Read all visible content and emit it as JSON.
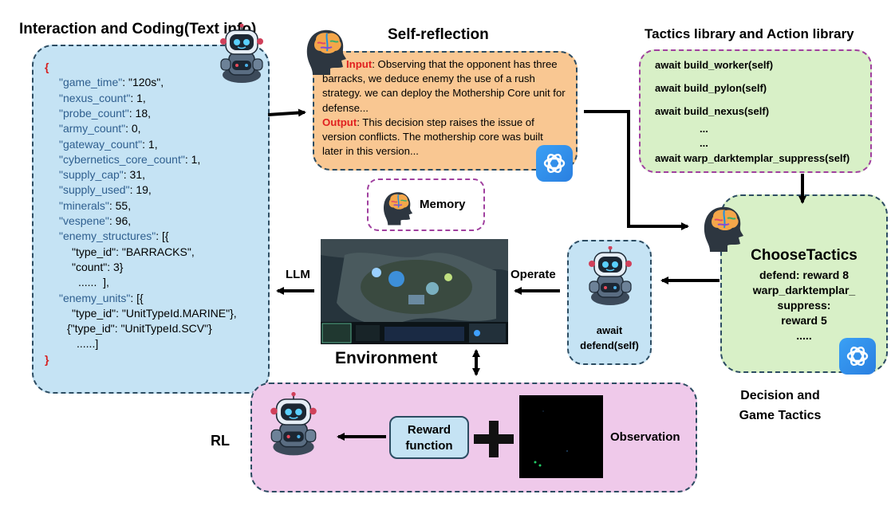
{
  "left_panel": {
    "title": "Interaction and Coding(Text info)",
    "lines": [
      {
        "text": "{",
        "kind": "brace"
      },
      {
        "key": "\"game_time\"",
        "rest": ": \"120s\","
      },
      {
        "key": "\"nexus_count\"",
        "rest": ": 1,"
      },
      {
        "key": "\"probe_count\"",
        "rest": ": 18,"
      },
      {
        "key": "\"army_count\"",
        "rest": ": 0,"
      },
      {
        "key": "\"gateway_count\"",
        "rest": ": 1,"
      },
      {
        "key": "\"cybernetics_core_count\"",
        "rest": ": 1,"
      },
      {
        "key": "\"supply_cap\"",
        "rest": ": 31,"
      },
      {
        "key": "\"supply_used\"",
        "rest": ": 19,"
      },
      {
        "key": "\"minerals\"",
        "rest": ": 55,"
      },
      {
        "key": "\"vespene\"",
        "rest": ": 96,"
      },
      {
        "key": "\"enemy_structures\"",
        "rest": ": [{"
      },
      {
        "text": "\"type_id\": \"BARRACKS\","
      },
      {
        "text": "\"count\": 3}"
      },
      {
        "text": "......  ],"
      },
      {
        "key": "\"enemy_units\"",
        "rest": ": [{"
      },
      {
        "text": "\"type_id\": \"UnitTypeId.MARINE\"},"
      },
      {
        "text": "{\"type_id\": \"UnitTypeId.SCV\"}"
      },
      {
        "text": "......]"
      },
      {
        "text": "}",
        "kind": "brace"
      }
    ]
  },
  "self_reflection": {
    "title": "Self-reflection",
    "input_label": "Input",
    "input_text": ": Observing that the opponent has three barracks,   we deduce enemy the use of a rush strategy.  we can deploy the Mothership Core unit for defense...",
    "output_label": "Output",
    "output_text": ": This decision step raises the issue of version conflicts. The mothership core was built later in this version..."
  },
  "tactics_library": {
    "title": "Tactics library and Action library",
    "items": [
      "await build_worker(self)",
      "await build_pylon(self)",
      "await build_nexus(self)",
      "...",
      "...",
      "await warp_darktemplar_suppress(self)"
    ]
  },
  "memory": {
    "label": "Memory"
  },
  "choose_tactics": {
    "title": "ChooseTactics",
    "lines": [
      "defend: reward 8",
      "warp_darktemplar_",
      "suppress:",
      "reward 5",
      "....."
    ]
  },
  "decision_caption": {
    "line1": "Decision and",
    "line2": "Game Tactics"
  },
  "operate": {
    "arrow_label": "Operate",
    "action_line1": "await",
    "action_line2": "defend(self)"
  },
  "llm_label": "LLM",
  "environment_label": "Environment",
  "rl": {
    "label": "RL",
    "reward_line1": "Reward",
    "reward_line2": "function",
    "observation_label": "Observation"
  },
  "colors": {
    "blue_panel": "#c5e3f4",
    "orange_panel": "#f9c792",
    "green_panel": "#d8f0c7",
    "pink_panel": "#efc9ea",
    "dash_dark": "#2c4c62",
    "dash_purple": "#a0409f",
    "key_blue": "#2f5f8f",
    "input_red": "#e02020"
  },
  "icons": [
    "robot-icon",
    "brain-head-icon",
    "openai-logo-icon",
    "plus-icon",
    "arrow-icon"
  ]
}
